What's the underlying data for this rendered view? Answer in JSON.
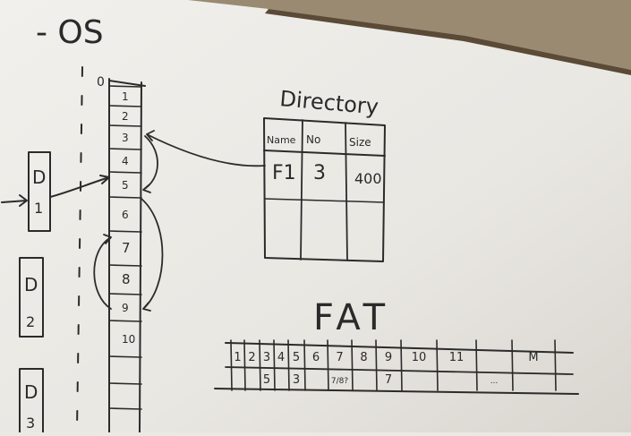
{
  "board": {
    "heading": "- OS",
    "disk_index_start": "0",
    "disk_blocks": [
      "1",
      "2",
      "3",
      "4",
      "5",
      "6",
      "7",
      "8",
      "9",
      "10"
    ],
    "memory_blocks": [
      {
        "label": "D",
        "num": "1"
      },
      {
        "label": "D",
        "num": "2"
      },
      {
        "label": "D",
        "num": "3"
      }
    ]
  },
  "directory": {
    "title": "Directory",
    "headers": [
      "Name",
      "No",
      "Size"
    ],
    "row": [
      "F1",
      "3",
      "400"
    ]
  },
  "fat": {
    "title": "FAT",
    "index": [
      "1",
      "2",
      "3",
      "4",
      "5",
      "6",
      "7",
      "8",
      "9",
      "10",
      "11",
      "",
      "M"
    ],
    "next": [
      "",
      "",
      "5",
      "",
      "3",
      "",
      "7/8?",
      "",
      "7",
      "",
      "",
      "...",
      ""
    ]
  },
  "colors": {
    "board": "#ece9e4",
    "ink": "#2b2b2b",
    "frame": "#6a5a44"
  }
}
